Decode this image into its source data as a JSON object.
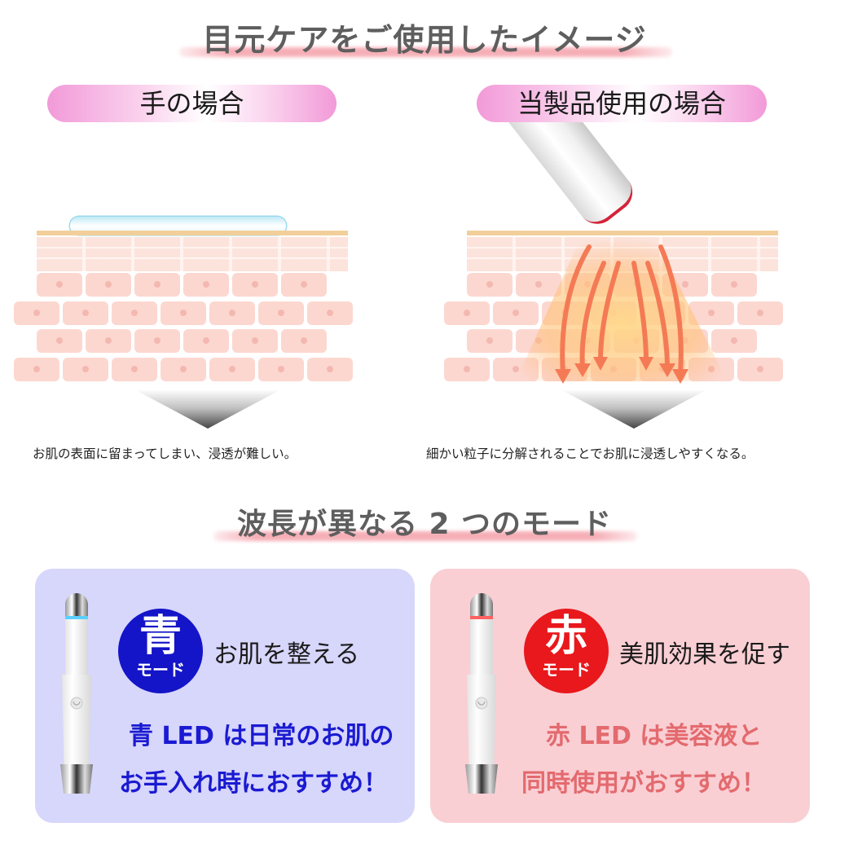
{
  "section1": {
    "title": "目元ケアをご使用したイメージ",
    "left": {
      "label": "手の場合",
      "caption": "お肌の表面に留まってしまい、浸透が難しい。"
    },
    "right": {
      "label": "当製品使用の場合",
      "caption": "細かい粒子に分解されることでお肌に浸透しやすくなる。"
    }
  },
  "section2": {
    "title": "波長が異なる 2 つのモード",
    "modes": [
      {
        "badge_main": "青",
        "badge_sub": "モード",
        "badge_color": "#1414c8",
        "description": "お肌を整える",
        "line1": "青 LED は日常のお肌の",
        "line2": "お手入れ時におすすめ！",
        "text_color": "#1a1ad2",
        "card_color": "#d7d6fb",
        "led_color": "#5ad0ff"
      },
      {
        "badge_main": "赤",
        "badge_sub": "モード",
        "badge_color": "#e8181c",
        "description": "美肌効果を促す",
        "line1": "赤 LED は美容液と",
        "line2": "同時使用がおすすめ！",
        "text_color": "#e36a6e",
        "card_color": "#f9cfd4",
        "led_color": "#ff6060"
      }
    ]
  },
  "icons": {
    "device": "eye-massager-pen",
    "power": "power-button-icon",
    "arrow": "down-arrow-icon",
    "serum": "serum-blob",
    "heat": "penetration-arrows"
  }
}
